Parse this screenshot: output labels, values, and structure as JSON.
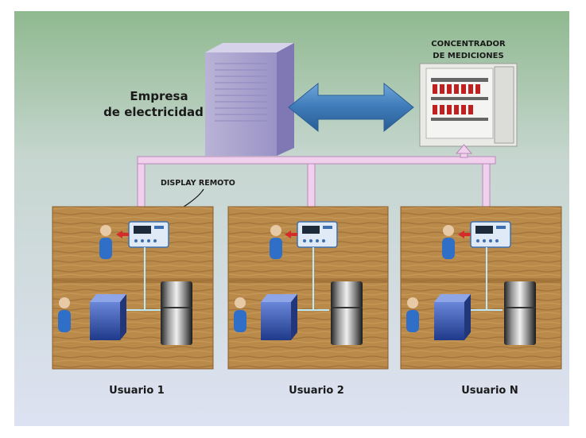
{
  "utility_label_line1": "Empresa",
  "utility_label_line2": "de electricidad",
  "concentrator_label_line1": "CONCENTRADOR",
  "concentrator_label_line2": "DE MEDICIONES",
  "display_label": "DISPLAY REMOTO",
  "users": [
    {
      "label": "Usuario 1"
    },
    {
      "label": "Usuario 2"
    },
    {
      "label": "Usuario N"
    }
  ],
  "colors": {
    "background_top": "#8fb98f",
    "background_bottom": "#dde2f2",
    "arrow_blue": "#3d7ab8",
    "bus_pink": "#e9b8e6",
    "wood": "#b98a4a"
  },
  "icons": [
    "server-tower-icon",
    "concentrator-cabinet-icon",
    "remote-display-icon",
    "person-icon",
    "washing-machine-icon",
    "refrigerator-icon"
  ]
}
